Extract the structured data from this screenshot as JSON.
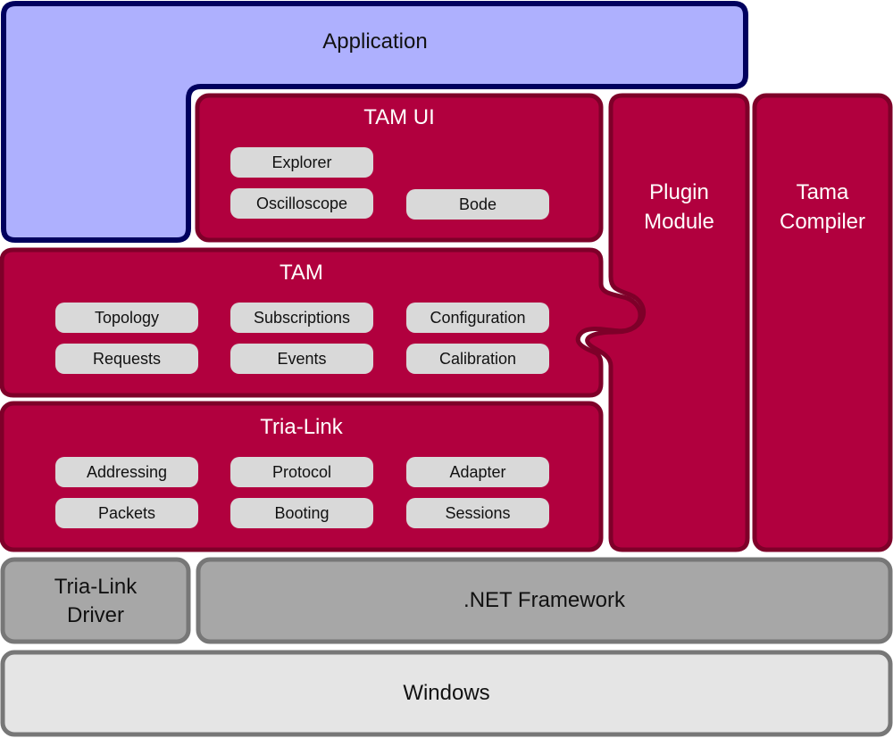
{
  "colors": {
    "application_fill": "#aeb0fe",
    "application_border": "#00005e",
    "module_fill": "#b1003e",
    "module_border": "#7e0029",
    "framework_fill": "#a7a7a7",
    "framework_border": "#777777",
    "os_fill": "#e5e5e5",
    "pill_fill": "#d9d9d9"
  },
  "application": {
    "label": "Application"
  },
  "tam_ui": {
    "label": "TAM UI",
    "components": [
      "Explorer",
      "Oscilloscope",
      "Bode"
    ]
  },
  "tam": {
    "label": "TAM",
    "components": [
      "Topology",
      "Subscriptions",
      "Configuration",
      "Requests",
      "Events",
      "Calibration"
    ]
  },
  "tria_link": {
    "label": "Tria-Link",
    "components": [
      "Addressing",
      "Protocol",
      "Adapter",
      "Packets",
      "Booting",
      "Sessions"
    ]
  },
  "plugin_module": {
    "line1": "Plugin",
    "line2": "Module"
  },
  "tama_compiler": {
    "line1": "Tama",
    "line2": "Compiler"
  },
  "tria_link_driver": {
    "line1": "Tria-Link",
    "line2": "Driver"
  },
  "dotnet": {
    "label": ".NET Framework"
  },
  "windows": {
    "label": "Windows"
  }
}
